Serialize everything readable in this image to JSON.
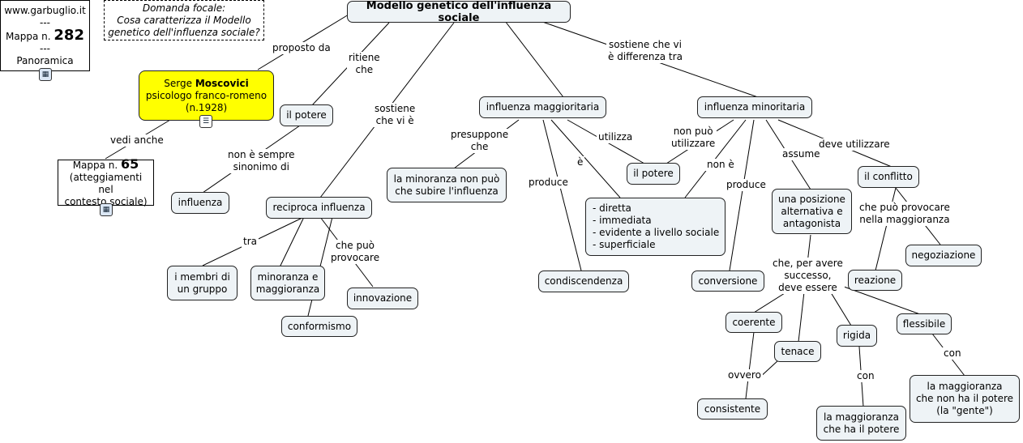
{
  "source": {
    "site": "www.garbuglio.it",
    "sep1": "---",
    "mappa_prefix": "Mappa n.",
    "mappa_num": "282",
    "sep2": "---",
    "type": "Panoramica"
  },
  "focal": {
    "line1": "Domanda focale:",
    "line2": "Cosa caratterizza il Modello",
    "line3": "genetico dell'influenza sociale?"
  },
  "title": "Modello genetico dell'influenza sociale",
  "author": {
    "prefix": "Serge ",
    "name": "Moscovici",
    "line2": "psicologo franco-romeno",
    "line3": "(n.1928)"
  },
  "see_also": {
    "prefix": "Mappa n. ",
    "num": "65",
    "line2": "(atteggiamenti nel",
    "line3": "contesto sociale)"
  },
  "nodes": {
    "potere1": "il potere",
    "influenza": "influenza",
    "reciproca": "reciproca influenza",
    "membri": [
      "i membri di",
      "un gruppo"
    ],
    "min_magg": [
      "minoranza e",
      "maggioranza"
    ],
    "innovazione": "innovazione",
    "conformismo": "conformismo",
    "infl_magg": "influenza maggioritaria",
    "infl_min": "influenza minoritaria",
    "subire": [
      "la minoranza non può",
      "che subire l'influenza"
    ],
    "potere2": "il potere",
    "qualita": [
      "- diretta",
      "- immediata",
      "- evidente a livello sociale",
      "- superficiale"
    ],
    "condiscendenza": "condiscendenza",
    "conversione": "conversione",
    "posizione": [
      "una posizione",
      "alternativa e",
      "antagonista"
    ],
    "conflitto": "il conflitto",
    "reazione": "reazione",
    "negoziazione": "negoziazione",
    "coerente": "coerente",
    "tenace": "tenace",
    "rigida": "rigida",
    "flessibile": "flessibile",
    "consistente": "consistente",
    "magg_potere": [
      "la maggioranza",
      "che ha il potere"
    ],
    "magg_gente": [
      "la maggioranza",
      "che non ha il potere",
      "(la \"gente\")"
    ]
  },
  "labels": {
    "proposto_da": "proposto da",
    "ritiene_che": [
      "ritiene",
      "che"
    ],
    "sostiene_vi_e": [
      "sostiene",
      "che vi è"
    ],
    "sostiene_diff": [
      "sostiene che vi",
      "è differenza tra"
    ],
    "vedi_anche": "vedi anche",
    "non_sempre": [
      "non è sempre",
      "sinonimo di"
    ],
    "tra": "tra",
    "che_puo_provocare": [
      "che può",
      "provocare"
    ],
    "presuppone": [
      "presuppone",
      "che"
    ],
    "produce1": "produce",
    "e": "è",
    "utilizza": "utilizza",
    "non_puo": [
      "non può",
      "utilizzare"
    ],
    "non_e": "non è",
    "produce2": "produce",
    "assume": "assume",
    "deve_utilizzare": "deve utilizzare",
    "provocare_magg": [
      "che può provocare",
      "nella maggioranza"
    ],
    "per_successo": [
      "che, per avere",
      "successo,",
      "deve essere"
    ],
    "ovvero": "ovvero",
    "con1": "con",
    "con2": "con"
  },
  "icons": [
    "map-link-icon",
    "note-icon",
    "map-link-icon"
  ]
}
